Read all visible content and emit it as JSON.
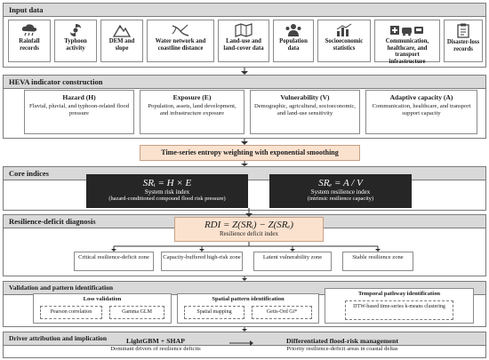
{
  "input": {
    "title": "Input data",
    "items": [
      {
        "label": "Rainfall records",
        "icon": "rain-cloud-icon"
      },
      {
        "label": "Typhoon activity",
        "icon": "typhoon-icon"
      },
      {
        "label": "DEM and slope",
        "icon": "mountain-icon"
      },
      {
        "label": "Water network and coastline distance",
        "icon": "water-network-icon"
      },
      {
        "label": "Land-use and land-cover data",
        "icon": "land-use-map-icon"
      },
      {
        "label": "Population data",
        "icon": "population-icon"
      },
      {
        "label": "Socioeconomic statistics",
        "icon": "bar-chart-icon"
      },
      {
        "label": "Communication, healthcare, and transport infrastructure",
        "icon": "infrastructure-icon"
      },
      {
        "label": "Disaster-loss records",
        "icon": "clipboard-icon"
      }
    ]
  },
  "heva": {
    "title": "HEVA indicator construction",
    "boxes": [
      {
        "title": "Hazard (H)",
        "desc": "Fluvial, pluvial, and typhoon-related flood pressure"
      },
      {
        "title": "Exposure (E)",
        "desc": "Population, assets, land development, and infrastructure exposure"
      },
      {
        "title": "Vulnerability (V)",
        "desc": "Demographic, agricultural, socioeconomic, and land-use sensitivity"
      },
      {
        "title": "Adaptive capacity (A)",
        "desc": "Communication, healthcare, and transport support capacity"
      }
    ]
  },
  "weighting": "Time-series entropy weighting with exponential smoothing",
  "core": {
    "title": "Core indices",
    "sri": {
      "formula": "SRᵢ = H × E",
      "name": "System risk index",
      "sub": "(hazard-conditioned compound flood risk pressure)"
    },
    "sre": {
      "formula": "SRₑ = A / V",
      "name": "System resilience index",
      "sub": "(intrinsic resilience capacity)"
    }
  },
  "rdi": {
    "title": "Resilience-deficit diagnosis",
    "formula": "RDI = Z(SRᵢ) − Z(SRₑ)",
    "name": "Resilience deficit index",
    "zones": [
      "Critical resilience-deficit zone",
      "Capacity-buffered high-risk zone",
      "Latent vulnerability zone",
      "Stable resilience zone"
    ]
  },
  "validation": {
    "title": "Validation and pattern identification",
    "loss": {
      "title": "Loss validation",
      "items": [
        "Pearson correlation",
        "Gamma GLM"
      ]
    },
    "spatial": {
      "title": "Spatial pattern identification",
      "items": [
        "Spatial mapping",
        "Getis-Ord Gi*"
      ]
    },
    "temporal": {
      "title": "Temporal pathway identification",
      "items": [
        "DTW-based time-series k-means clustering"
      ]
    }
  },
  "driver": {
    "title": "Driver attribution and implication",
    "lgbm": {
      "title": "LightGBM + SHAP",
      "sub": "Dominant drivers of resilience deficits"
    },
    "mgmt": {
      "title": "Differentiated flood-risk management",
      "sub": "Priority resilience-deficit areas in coastal deltas"
    }
  }
}
